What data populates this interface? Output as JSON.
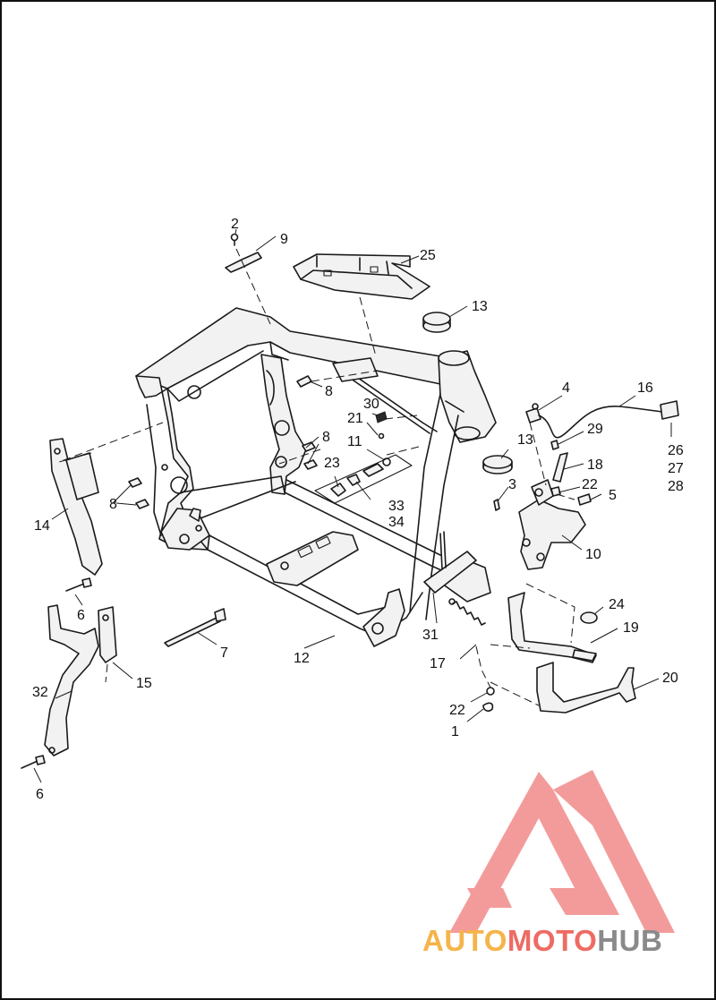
{
  "diagram": {
    "callouts": [
      {
        "id": "c1",
        "text": "1"
      },
      {
        "id": "c2",
        "text": "2"
      },
      {
        "id": "c3",
        "text": "3"
      },
      {
        "id": "c4",
        "text": "4"
      },
      {
        "id": "c5",
        "text": "5"
      },
      {
        "id": "c6a",
        "text": "6"
      },
      {
        "id": "c6b",
        "text": "6"
      },
      {
        "id": "c7",
        "text": "7"
      },
      {
        "id": "c8a",
        "text": "8"
      },
      {
        "id": "c8b",
        "text": "8"
      },
      {
        "id": "c8c",
        "text": "8"
      },
      {
        "id": "c9",
        "text": "9"
      },
      {
        "id": "c10",
        "text": "10"
      },
      {
        "id": "c11",
        "text": "11"
      },
      {
        "id": "c12",
        "text": "12"
      },
      {
        "id": "c13a",
        "text": "13"
      },
      {
        "id": "c13b",
        "text": "13"
      },
      {
        "id": "c14",
        "text": "14"
      },
      {
        "id": "c15",
        "text": "15"
      },
      {
        "id": "c16",
        "text": "16"
      },
      {
        "id": "c17",
        "text": "17"
      },
      {
        "id": "c18",
        "text": "18"
      },
      {
        "id": "c19",
        "text": "19"
      },
      {
        "id": "c20",
        "text": "20"
      },
      {
        "id": "c21",
        "text": "21"
      },
      {
        "id": "c22a",
        "text": "22"
      },
      {
        "id": "c22b",
        "text": "22"
      },
      {
        "id": "c23",
        "text": "23"
      },
      {
        "id": "c24",
        "text": "24"
      },
      {
        "id": "c25",
        "text": "25"
      },
      {
        "id": "c26",
        "text": "26"
      },
      {
        "id": "c27",
        "text": "27"
      },
      {
        "id": "c28",
        "text": "28"
      },
      {
        "id": "c29",
        "text": "29"
      },
      {
        "id": "c30",
        "text": "30"
      },
      {
        "id": "c31",
        "text": "31"
      },
      {
        "id": "c32",
        "text": "32"
      },
      {
        "id": "c33",
        "text": "33"
      },
      {
        "id": "c34",
        "text": "34"
      }
    ]
  },
  "watermark": {
    "word1": "AUTO",
    "word2": "MOTO",
    "word3": "HUB",
    "colors": {
      "auto": "#f5b44a",
      "moto": "#ee6b63",
      "hub": "#8a8a8a",
      "triangle": "#f28a8a"
    }
  }
}
